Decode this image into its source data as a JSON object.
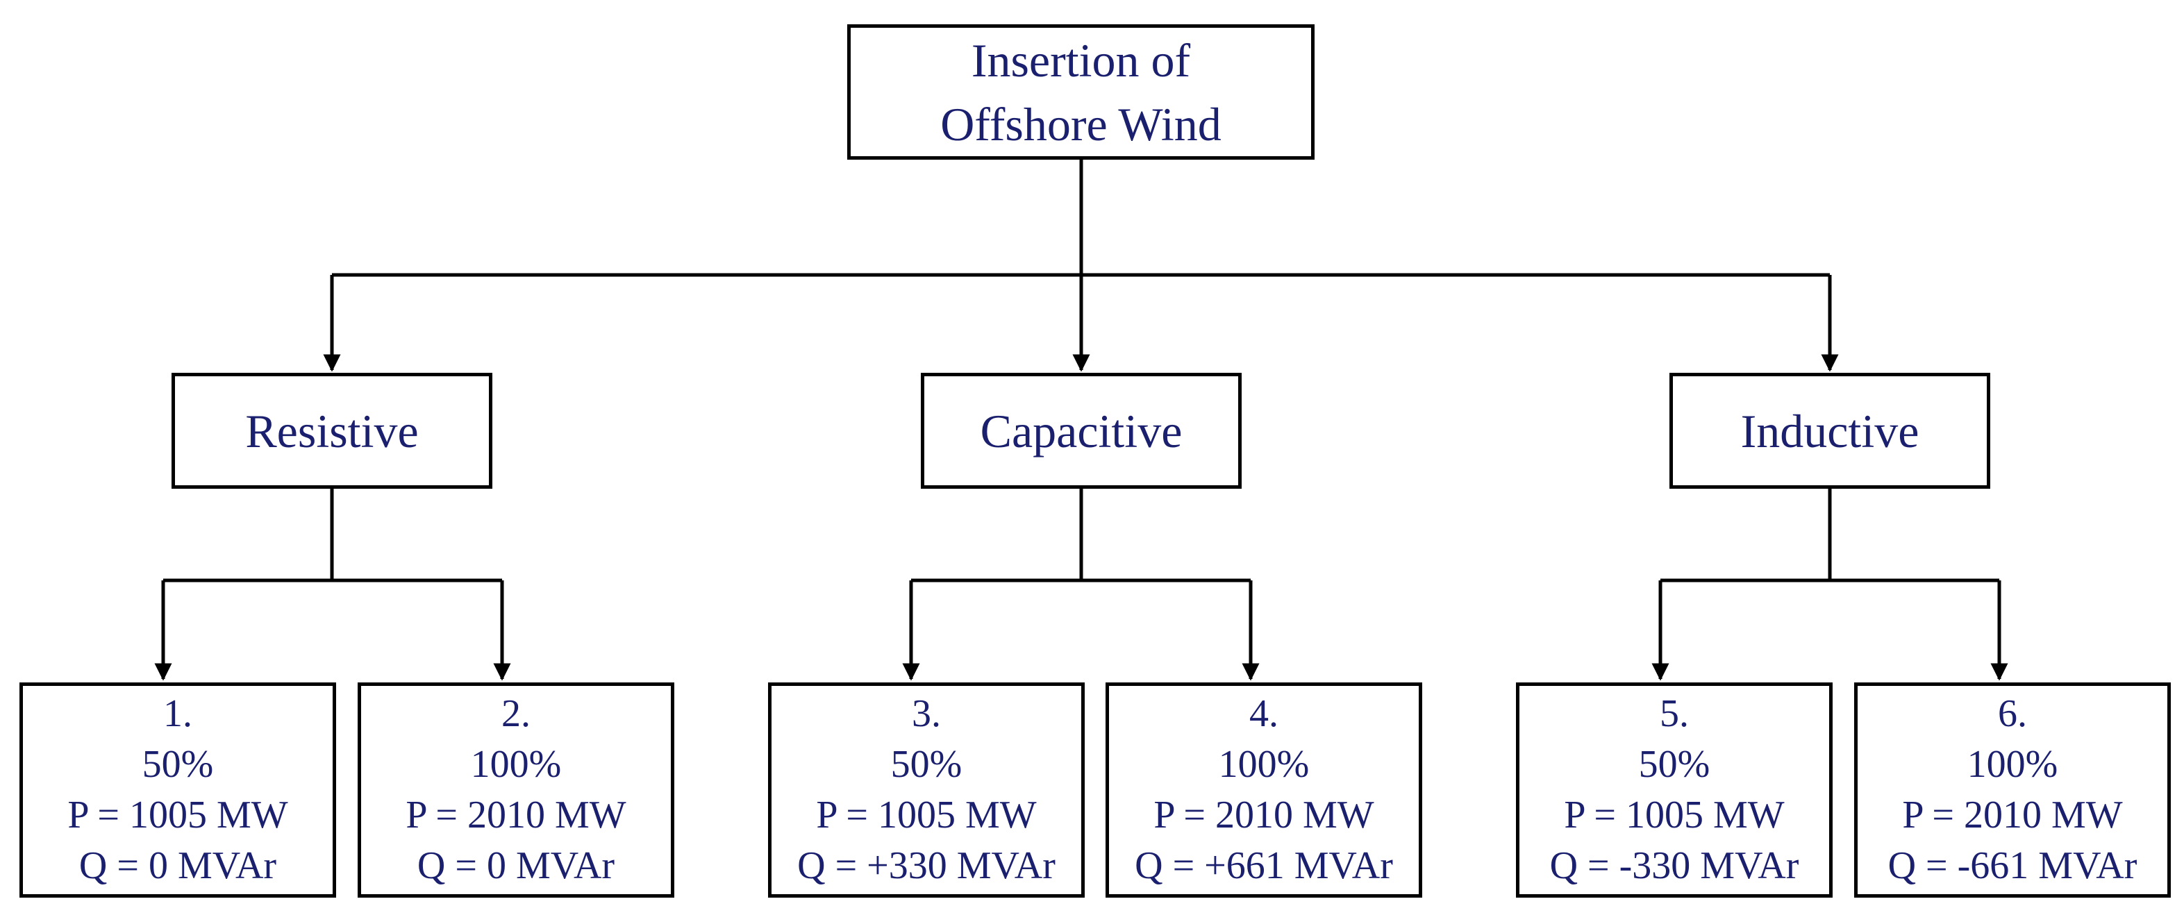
{
  "colors": {
    "text": "#1a1f6e",
    "border": "#000000",
    "connector": "#000000",
    "background": "#ffffff"
  },
  "root": {
    "line1": "Insertion of",
    "line2": "Offshore Wind"
  },
  "categories": [
    {
      "label": "Resistive",
      "cases": [
        {
          "number": "1.",
          "percent": "50%",
          "p": "P = 1005 MW",
          "q": "Q = 0 MVAr"
        },
        {
          "number": "2.",
          "percent": "100%",
          "p": "P = 2010 MW",
          "q": "Q = 0 MVAr"
        }
      ]
    },
    {
      "label": "Capacitive",
      "cases": [
        {
          "number": "3.",
          "percent": "50%",
          "p": "P = 1005 MW",
          "q": "Q = +330 MVAr"
        },
        {
          "number": "4.",
          "percent": "100%",
          "p": "P = 2010 MW",
          "q": "Q = +661 MVAr"
        }
      ]
    },
    {
      "label": "Inductive",
      "cases": [
        {
          "number": "5.",
          "percent": "50%",
          "p": "P = 1005 MW",
          "q": "Q = -330 MVAr"
        },
        {
          "number": "6.",
          "percent": "100%",
          "p": "P = 2010 MW",
          "q": "Q = -661 MVAr"
        }
      ]
    }
  ]
}
